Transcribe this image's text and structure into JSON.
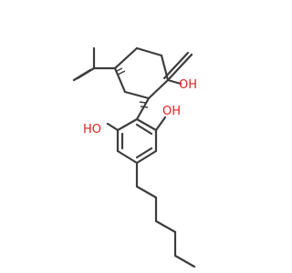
{
  "molecule": {
    "atom_labels": {
      "oh_cyclohexane": "OH",
      "oh_left": "HO",
      "oh_right": "OH"
    },
    "colors": {
      "bond": "#3c3c3c",
      "heteroatom_oxygen": "#e02020",
      "background": "#ffffff"
    }
  }
}
